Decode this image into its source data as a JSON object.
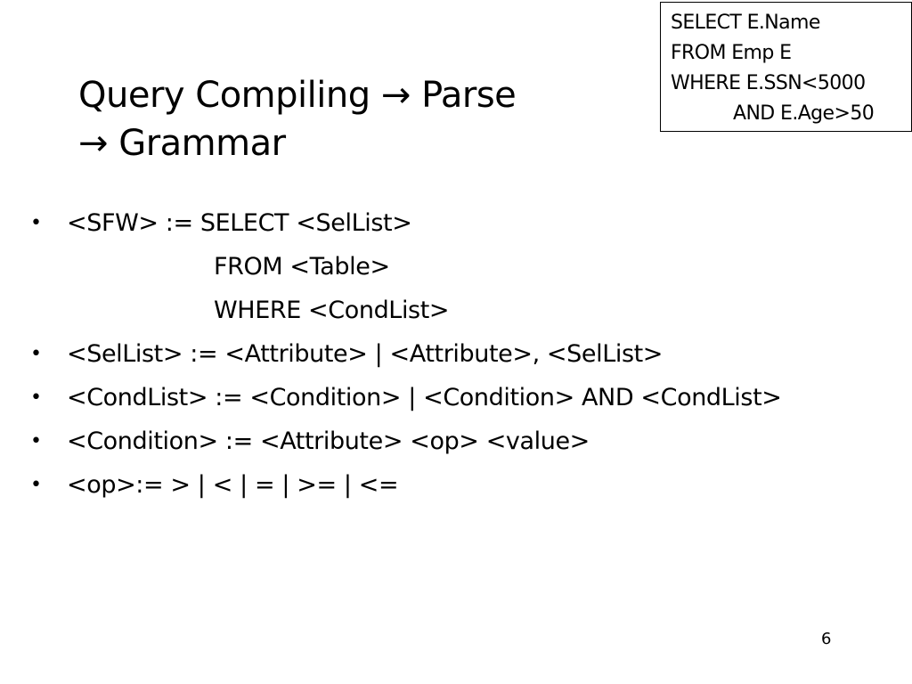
{
  "slide": {
    "title_line1": "Query Compiling → Parse",
    "title_line2": "→ Grammar",
    "query_box": {
      "lines": [
        "SELECT E.Name",
        "FROM Emp E",
        "WHERE E.SSN<5000",
        "AND E.Age>50"
      ]
    },
    "bullets": {
      "b1_main": "<SFW> := SELECT <SelList>",
      "b1_cont1": "FROM <Table>",
      "b1_cont2": "WHERE <CondList>",
      "b2": "<SelList> := <Attribute> | <Attribute>, <SelList>",
      "b3": "<CondList> := <Condition> | <Condition> AND <CondList>",
      "b4": "<Condition> := <Attribute> <op> <value>",
      "b5": "<op>:= > | < | = | >= | <="
    },
    "bullet_glyph": "•",
    "page_number": "6"
  }
}
